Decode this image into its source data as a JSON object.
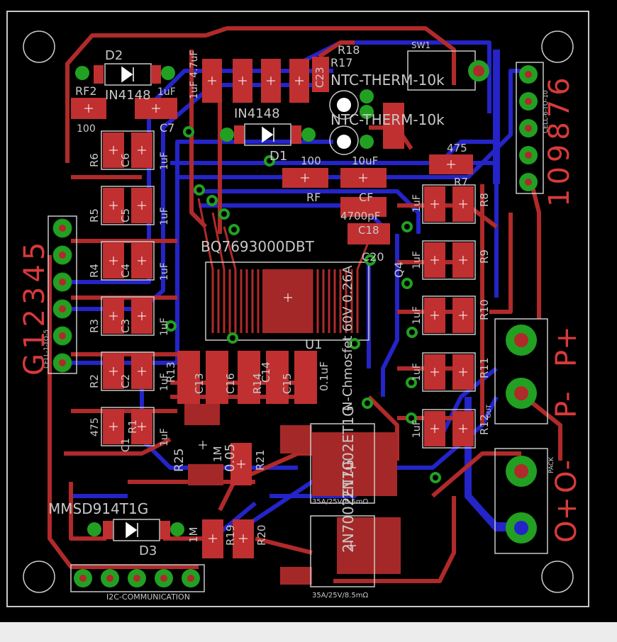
{
  "colors": {
    "background": "#000000",
    "top_copper": "#b02a2a",
    "bottom_copper": "#2424c8",
    "pad": "#c03030",
    "silk": "#c8c8c8",
    "via": "#22a022",
    "label_red": "#d83a3a",
    "status_strip": "#ececec"
  },
  "labels": {
    "d2": "D2",
    "d2_part": "IN4148",
    "rf2": "RF2",
    "rf2_val": "100",
    "c7": "C7",
    "c7_val": "1uF",
    "c19_group": "1uF 4.7uF",
    "c23": "C23",
    "r18": "R18",
    "r17": "R17",
    "ntc1": "NTC-THERM-10k",
    "ntc2": "NTC-THERM-10k",
    "sw1": "SW1",
    "d1_part": "IN4148",
    "d1": "D1",
    "rf": "RF",
    "rf_val": "100",
    "cf": "CF",
    "cf_val": "10uF",
    "c18_val": "4700pF",
    "c18": "C18",
    "c20": "C20",
    "q4": "Q4",
    "r7": "R7",
    "r7_val": "475",
    "r8": "R8",
    "r9": "R9",
    "r10": "R10",
    "r11": "R11",
    "r12": "R12",
    "ic_main": "BQ7693000DBT",
    "u1": "U1",
    "mosfet": "N-Chmosfet 60V 0.26A",
    "cell_left_numbers": "G12345",
    "cell_left_tag": "CELL-1-TO-5",
    "cell_right_numbers": "109876",
    "cell_right_tag": "CELL-6-TO-10",
    "r6": "R6",
    "r5": "R5",
    "r4": "R4",
    "r3": "R3",
    "r2": "R2",
    "r1": "R1",
    "c1": "C1",
    "c2": "C2",
    "c3": "C3",
    "c4": "C4",
    "c5": "C5",
    "c6": "C6",
    "res_475": "475",
    "cap_1uf": "1uF",
    "r13": "R13",
    "c13": "C13",
    "c14": "C14",
    "c15": "C15",
    "c16": "C16",
    "r14": "R14",
    "cap_01uf": "0.1uF",
    "r25": "R25",
    "r21": "R21",
    "r_005": "0.05",
    "r_1m": "1M",
    "mosfet_1": "2N7002ET1G",
    "mosfet_2": "2N7002ET1G",
    "mosfet_rating": "35A/25V/8.5mΩ",
    "p_plus": "P+",
    "p_minus": "P-",
    "out_tag": "OUT",
    "o_plus": "O+",
    "o_minus": "O-",
    "pack_tag": "PACK",
    "d3": "D3",
    "d3_part": "MMSD914T1G",
    "r19": "R19",
    "r20": "R20",
    "r20_val": "1M",
    "i2c_tag": "I2C-COMMUNICATION"
  }
}
